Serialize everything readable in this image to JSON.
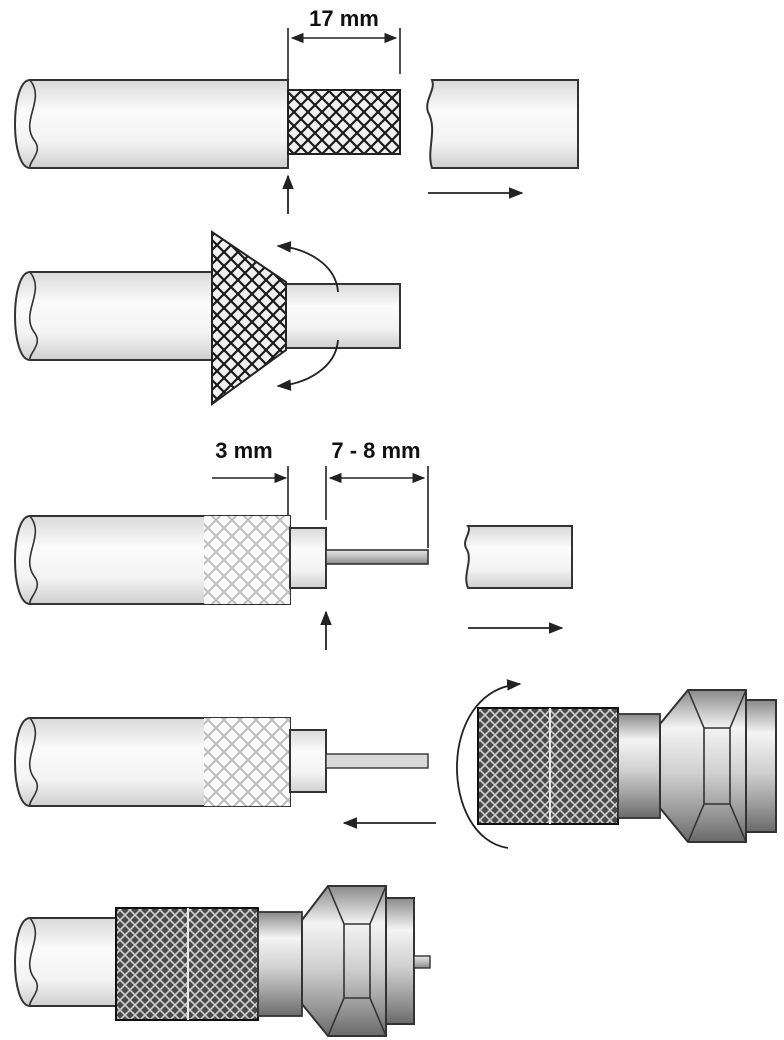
{
  "diagram": {
    "step1": {
      "dimension": "17 mm"
    },
    "step3": {
      "dimension_left": "3 mm",
      "dimension_right": "7 - 8 mm"
    }
  },
  "palette": {
    "line": "#333333",
    "metal_light": "#f2f2f2",
    "metal_mid": "#bdbdbd",
    "metal_dark": "#555555",
    "cable_light": "#fbfbfb",
    "cable_shade": "#d9d9d9",
    "braid_dark": "#1a1a1a",
    "braid_light": "#b8b8b8"
  }
}
